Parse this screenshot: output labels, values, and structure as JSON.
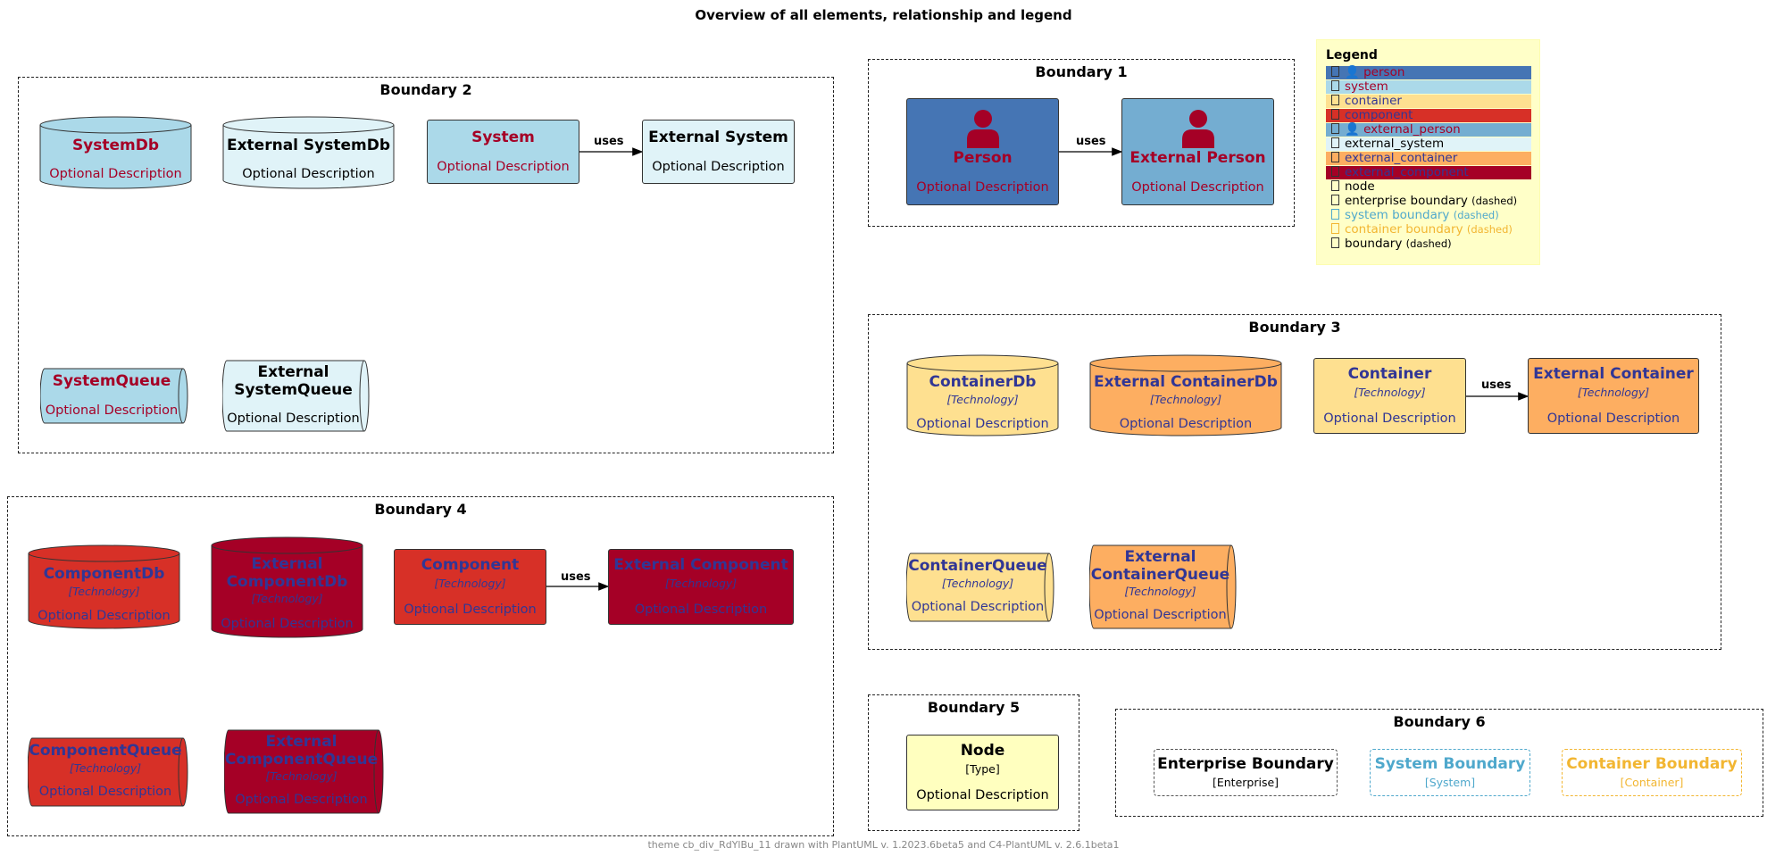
{
  "title": "Overview of all elements, relationship and legend",
  "footer": "theme cb_div_RdYlBu_11 drawn with PlantUML v. 1.2023.6beta5 and C4-PlantUML v. 2.6.1beta1",
  "colors": {
    "person": "#4575b4",
    "system": "#abd9e9",
    "external_system": "#e0f3f8",
    "container": "#fee090",
    "external_container": "#fdae61",
    "component": "#d73027",
    "external_component": "#a50026",
    "node": "#ffffbf",
    "legend_bg": "#ffffc8",
    "red_text": "#a50026",
    "blue_text": "#313695",
    "system_boundary": "#4fa8cc",
    "container_boundary": "#f2b632"
  },
  "boundaries": {
    "b1": "Boundary 1",
    "b2": "Boundary 2",
    "b3": "Boundary 3",
    "b4": "Boundary 4",
    "b5": "Boundary 5",
    "b6": "Boundary 6"
  },
  "relationship_label": "uses",
  "elements": {
    "person": {
      "name": "Person",
      "description": "Optional Description"
    },
    "external_person": {
      "name": "External Person",
      "description": "Optional Description"
    },
    "system_db": {
      "name": "SystemDb",
      "description": "Optional Description"
    },
    "external_system_db": {
      "name": "External SystemDb",
      "description": "Optional Description"
    },
    "system": {
      "name": "System",
      "description": "Optional Description"
    },
    "external_system": {
      "name": "External System",
      "description": "Optional Description"
    },
    "system_queue": {
      "name": "SystemQueue",
      "description": "Optional Description"
    },
    "external_system_queue": {
      "name_line1": "External",
      "name_line2": "SystemQueue",
      "description": "Optional Description"
    },
    "container_db": {
      "name": "ContainerDb",
      "technology": "[Technology]",
      "description": "Optional Description"
    },
    "external_container_db": {
      "name": "External ContainerDb",
      "technology": "[Technology]",
      "description": "Optional Description"
    },
    "container": {
      "name": "Container",
      "technology": "[Technology]",
      "description": "Optional Description"
    },
    "external_container": {
      "name": "External Container",
      "technology": "[Technology]",
      "description": "Optional Description"
    },
    "container_queue": {
      "name": "ContainerQueue",
      "technology": "[Technology]",
      "description": "Optional Description"
    },
    "external_container_queue": {
      "name_line1": "External",
      "name_line2": "ContainerQueue",
      "technology": "[Technology]",
      "description": "Optional Description"
    },
    "component_db": {
      "name": "ComponentDb",
      "technology": "[Technology]",
      "description": "Optional Description"
    },
    "external_component_db": {
      "name_line1": "External",
      "name_line2": "ComponentDb",
      "technology": "[Technology]",
      "description": "Optional Description"
    },
    "component": {
      "name": "Component",
      "technology": "[Technology]",
      "description": "Optional Description"
    },
    "external_component": {
      "name": "External Component",
      "technology": "[Technology]",
      "description": "Optional Description"
    },
    "component_queue": {
      "name": "ComponentQueue",
      "technology": "[Technology]",
      "description": "Optional Description"
    },
    "external_component_queue": {
      "name_line1": "External",
      "name_line2": "ComponentQueue",
      "technology": "[Technology]",
      "description": "Optional Description"
    },
    "node": {
      "name": "Node",
      "type": "[Type]",
      "description": "Optional Description"
    },
    "enterprise_boundary": {
      "name": "Enterprise Boundary",
      "type": "[Enterprise]"
    },
    "system_boundary": {
      "name": "System Boundary",
      "type": "[System]"
    },
    "container_boundary": {
      "name": "Container Boundary",
      "type": "[Container]"
    }
  },
  "legend": {
    "title": "Legend",
    "items": [
      {
        "label": "person"
      },
      {
        "label": "system"
      },
      {
        "label": "container"
      },
      {
        "label": "component"
      },
      {
        "label": "external_person"
      },
      {
        "label": "external_system"
      },
      {
        "label": "external_container"
      },
      {
        "label": "external_component"
      },
      {
        "label": "node"
      },
      {
        "label": "enterprise boundary",
        "suffix": "(dashed)"
      },
      {
        "label": "system boundary",
        "suffix": "(dashed)"
      },
      {
        "label": "container boundary",
        "suffix": "(dashed)"
      },
      {
        "label": "boundary",
        "suffix": "(dashed)"
      }
    ]
  }
}
